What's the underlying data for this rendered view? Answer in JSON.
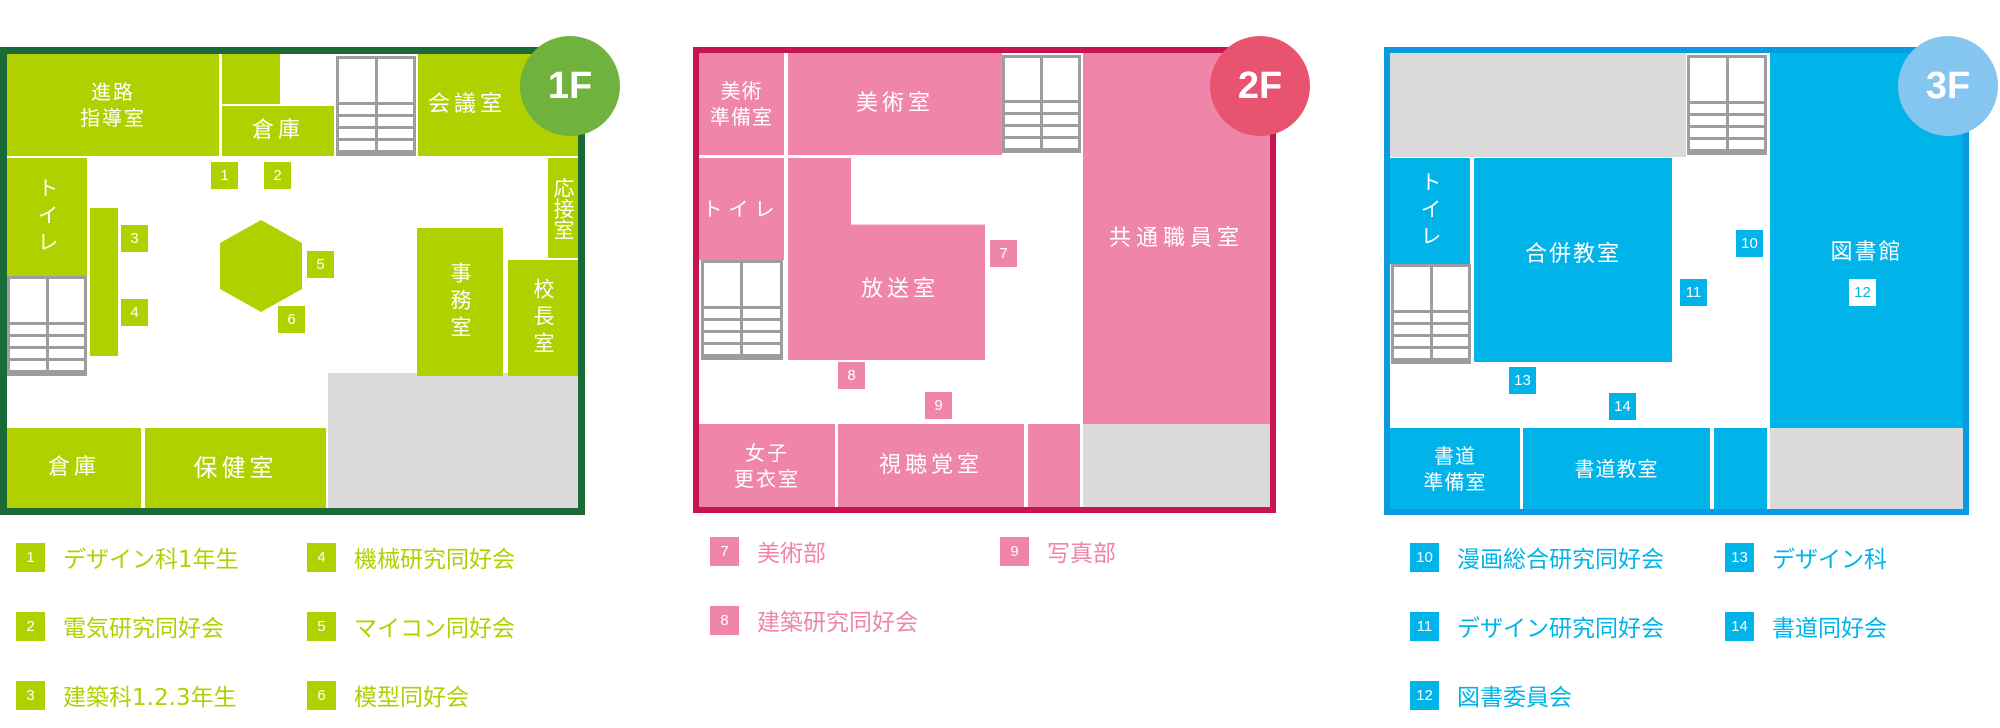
{
  "colors": {
    "floor1": "#b1d000",
    "floor1_border": "#1c6a35",
    "floor1_circle": "#6fb33e",
    "floor2": "#ef85a9",
    "floor2_border": "#c8154d",
    "floor2_circle": "#e8546f",
    "floor3": "#00b4ea",
    "floor3_border": "#0a9ae0",
    "floor3_circle": "#84c6ef",
    "empty": "#dadada",
    "stairs": "#9d9d9d"
  },
  "floor1": {
    "label": "1F",
    "rooms": {
      "shinro": "進路\n指導室",
      "souko_top": "倉庫",
      "kaigi": "会議室",
      "toilet": "トイレ",
      "ousetsu": "応接室",
      "jimu": "事務室",
      "kouchou": "校長室",
      "souko_bottom": "倉庫",
      "hoken": "保健室"
    },
    "badges": [
      "1",
      "2",
      "3",
      "4",
      "5",
      "6"
    ],
    "legend": [
      {
        "num": "1",
        "text": "デザイン科1年生"
      },
      {
        "num": "2",
        "text": "電気研究同好会"
      },
      {
        "num": "3",
        "text": "建築科1.2.3年生"
      },
      {
        "num": "4",
        "text": "機械研究同好会"
      },
      {
        "num": "5",
        "text": "マイコン同好会"
      },
      {
        "num": "6",
        "text": "模型同好会"
      }
    ]
  },
  "floor2": {
    "label": "2F",
    "rooms": {
      "bijutsu_junbi": "美術\n準備室",
      "bijutsu": "美術室",
      "toilet": "トイレ",
      "housou": "放送室",
      "kyoutsuu": "共通職員室",
      "joshi": "女子\n更衣室",
      "shichoukaku": "視聴覚室"
    },
    "badges": [
      "7",
      "8",
      "9"
    ],
    "legend": [
      {
        "num": "7",
        "text": "美術部"
      },
      {
        "num": "8",
        "text": "建築研究同好会"
      },
      {
        "num": "9",
        "text": "写真部"
      }
    ]
  },
  "floor3": {
    "label": "3F",
    "rooms": {
      "toilet": "トイレ",
      "gappei": "合併教室",
      "toshokan": "図書館",
      "shodou_junbi": "書道\n準備室",
      "shodou": "書道教室"
    },
    "badges": [
      "10",
      "11",
      "12",
      "13",
      "14"
    ],
    "legend": [
      {
        "num": "10",
        "text": "漫画総合研究同好会"
      },
      {
        "num": "11",
        "text": "デザイン研究同好会"
      },
      {
        "num": "12",
        "text": "図書委員会"
      },
      {
        "num": "13",
        "text": "デザイン科"
      },
      {
        "num": "14",
        "text": "書道同好会"
      }
    ]
  }
}
